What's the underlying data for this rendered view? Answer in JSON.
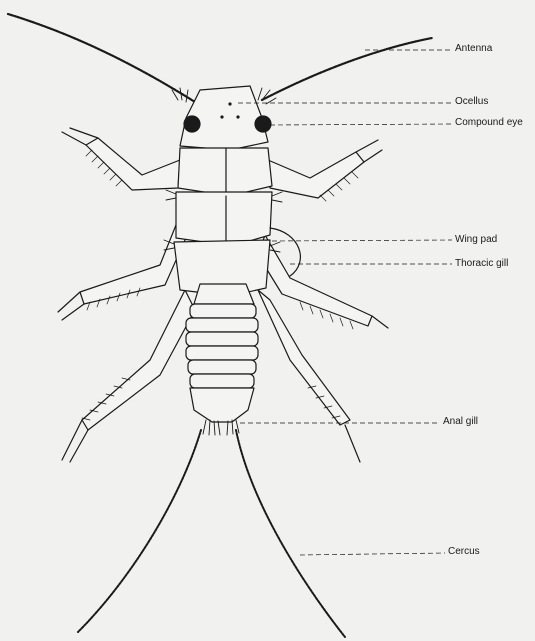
{
  "diagram": {
    "labels": {
      "antenna": "Antenna",
      "ocellus": "Ocellus",
      "compound_eye": "Compound eye",
      "wing_pad": "Wing pad",
      "thoracic_gill": "Thoracic gill",
      "anal_gill": "Anal gill",
      "cercus": "Cercus"
    },
    "colors": {
      "ink": "#1a1a1a",
      "paper": "#f1f1ef",
      "body_fill": "#f4f4f2"
    }
  }
}
